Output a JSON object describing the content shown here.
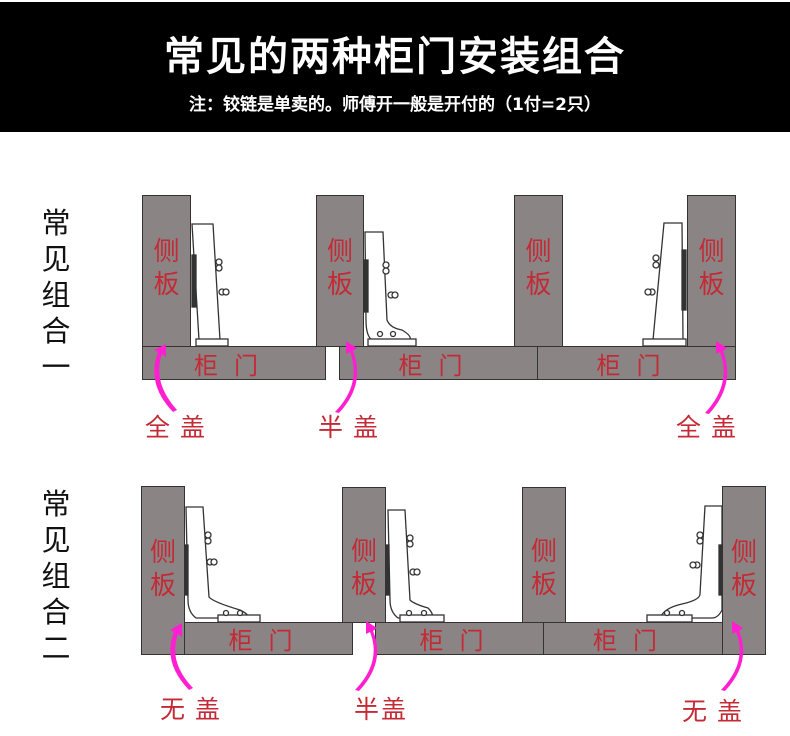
{
  "header": {
    "title": "常见的两种柜门安装组合",
    "note": "注：铰链是单卖的。师傅开一般是开付的（1付=2只）"
  },
  "colors": {
    "banner_bg": "#000000",
    "panel_fill": "#8a8484",
    "label_red": "#c42a35",
    "arrow_magenta": "#ff1fd0"
  },
  "combos": [
    {
      "label_chars": [
        "常",
        "见",
        "组",
        "合",
        "一"
      ],
      "side_panel_label": [
        "侧",
        "板"
      ],
      "door_label": "柜门",
      "captions": [
        "全盖",
        "半盖",
        "全盖"
      ]
    },
    {
      "label_chars": [
        "常",
        "见",
        "组",
        "合",
        "二"
      ],
      "side_panel_label": [
        "侧",
        "板"
      ],
      "door_label": "柜门",
      "captions": [
        "无盖",
        "半盖",
        "无盖"
      ]
    }
  ]
}
